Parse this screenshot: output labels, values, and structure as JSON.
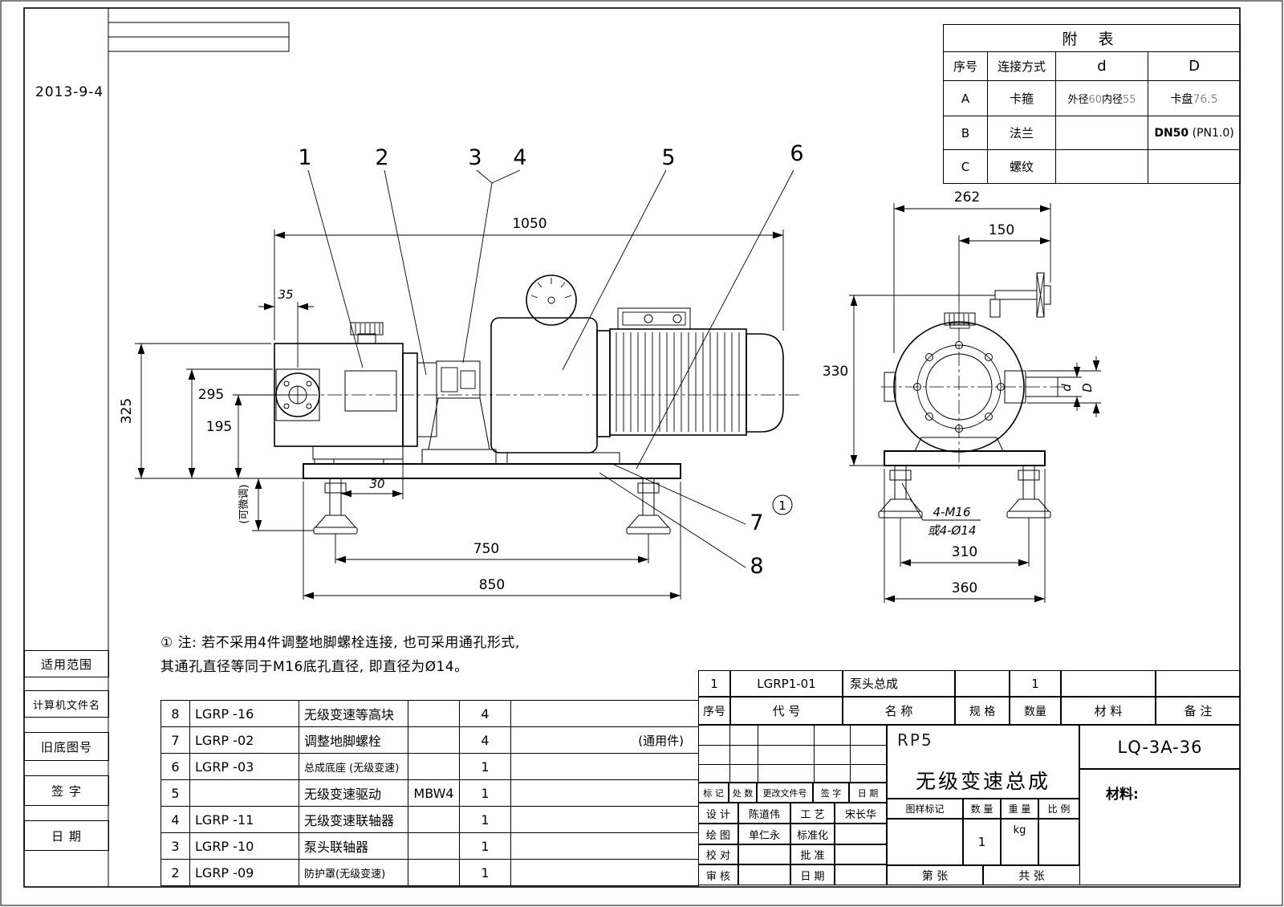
{
  "date": "2013-9-4",
  "attached": {
    "title": "附  表",
    "h_no": "序号",
    "h_conn": "连接方式",
    "h_d": "d",
    "h_D": "D",
    "rowA": {
      "no": "A",
      "conn": "卡箍",
      "d_l1": "外径",
      "d_v1": "60",
      "d_l2": "内径",
      "d_v2": "55",
      "D_l": "卡盘",
      "D_v": "76.5"
    },
    "rowB": {
      "no": "B",
      "conn": "法兰",
      "D_main": "DN50",
      "D_sub": "(PN1.0)"
    },
    "rowC": {
      "no": "C",
      "conn": "螺纹"
    }
  },
  "drawing": {
    "balloons": [
      "1",
      "2",
      "3",
      "4",
      "5",
      "6",
      "7",
      "8"
    ],
    "note_ref": "1",
    "dims": {
      "w1050": "1050",
      "w35": "35",
      "h325": "325",
      "h295": "295",
      "h195": "195",
      "adj": "(可微调)",
      "w30": "30",
      "w750": "750",
      "w850": "850",
      "w262": "262",
      "w150": "150",
      "h330": "330",
      "w310": "310",
      "w360": "360",
      "bolt1": "4-M16",
      "bolt2": "或4-Ø14",
      "sd": "d",
      "sD": "D"
    }
  },
  "note": {
    "line1": "① 注: 若不采用4件调整地脚螺栓连接, 也可采用通孔形式,",
    "line2": "其通孔直径等同于M16底孔直径, 即直径为Ø14。"
  },
  "sidebar": {
    "items": [
      "适用范围",
      "计算机文件名",
      "旧底图号",
      "签  字",
      "日  期"
    ]
  },
  "bom": {
    "rows": [
      {
        "no": "8",
        "code": "LGRP -16",
        "name": "无级变速等高块",
        "spec": "",
        "qty": "4"
      },
      {
        "no": "7",
        "code": "LGRP -02",
        "name": "调整地脚螺栓",
        "spec": "",
        "qty": "4"
      },
      {
        "no": "6",
        "code": "LGRP -03",
        "name": "总成底座 (无级变速)",
        "spec": "",
        "qty": "1"
      },
      {
        "no": "5",
        "code": "",
        "name": "无级变速驱动",
        "spec": "MBW4",
        "qty": "1"
      },
      {
        "no": "4",
        "code": "LGRP -11",
        "name": "无级变速联轴器",
        "spec": "",
        "qty": "1"
      },
      {
        "no": "3",
        "code": "LGRP -10",
        "name": "泵头联轴器",
        "spec": "",
        "qty": "1"
      },
      {
        "no": "2",
        "code": "LGRP -09",
        "name": "防护罩(无级变速)",
        "spec": "",
        "qty": "1"
      }
    ],
    "common_part": "(通用件)"
  },
  "titleblock": {
    "item1": {
      "no": "1",
      "code": "LGRP1-01",
      "name": "泵头总成",
      "qty": "1"
    },
    "headers": [
      "序号",
      "代  号",
      "名  称",
      "规 格",
      "数量",
      "材  料",
      "备  注"
    ],
    "mark": [
      "标 记",
      "处 数",
      "更改文件号",
      "签 字",
      "日 期"
    ],
    "rows": {
      "design_l": "设 计",
      "design_v": "陈道伟",
      "craft_l": "工 艺",
      "craft_v": "宋长华",
      "draw_l": "绘 图",
      "draw_v": "单仁永",
      "std_l": "标准化",
      "check_l": "校 对",
      "approve_l": "批 准",
      "audit_l": "审 核",
      "date_l": "日 期"
    },
    "stamp": "RP5",
    "product": "无级变速总成",
    "drawing_no": "LQ-3A-36",
    "material_label": "材料:",
    "mark_headers": [
      "图样标记",
      "数 量",
      "重 量",
      "比 例"
    ],
    "qty": "1",
    "weight_unit": "kg",
    "sheet_no": "第    张",
    "sheet_total": "共    张"
  }
}
